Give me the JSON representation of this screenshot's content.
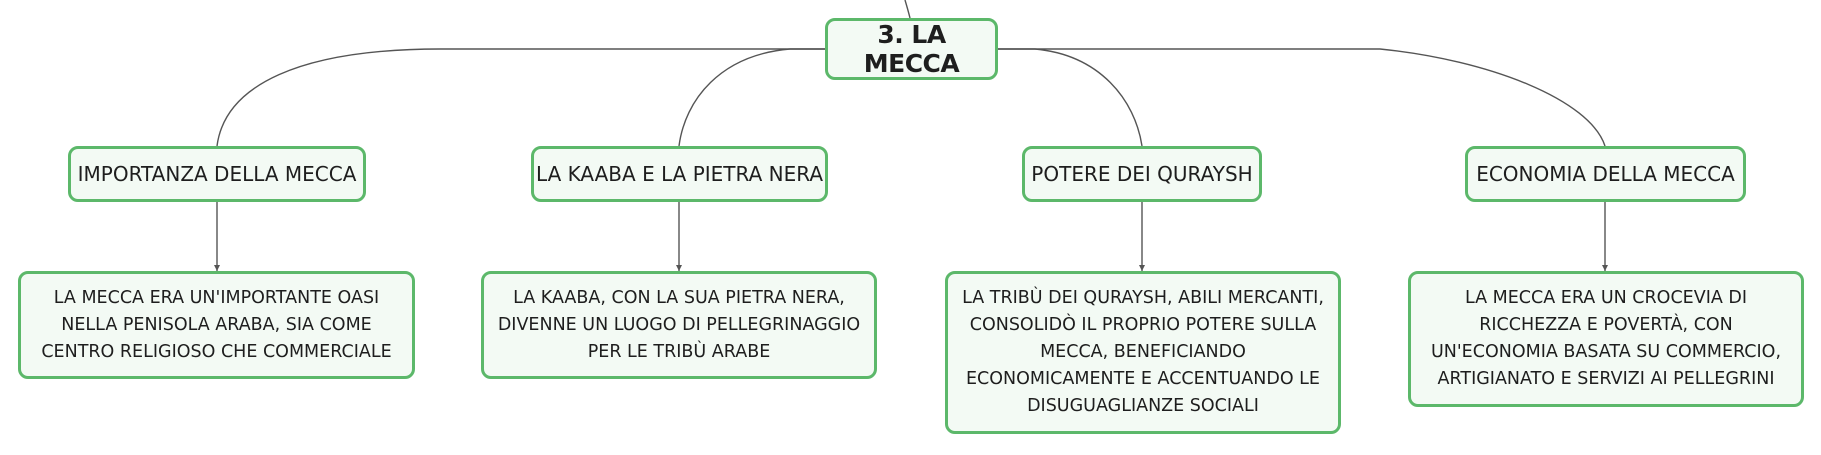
{
  "root": {
    "label": "3. LA MECCA"
  },
  "topics": [
    {
      "label": "IMPORTANZA DELLA MECCA",
      "detail": "LA MECCA ERA UN'IMPORTANTE OASI NELLA PENISOLA ARABA, SIA COME CENTRO RELIGIOSO CHE COMMERCIALE"
    },
    {
      "label": "LA KAABA E LA PIETRA NERA",
      "detail": "LA KAABA, CON LA SUA PIETRA NERA, DIVENNE UN LUOGO DI PELLEGRINAGGIO PER LE TRIBÙ ARABE"
    },
    {
      "label": "POTERE DEI QURAYSH",
      "detail": "LA TRIBÙ DEI QURAYSH, ABILI MERCANTI, CONSOLIDÒ IL PROPRIO POTERE SULLA MECCA, BENEFICIANDO ECONOMICAMENTE E ACCENTUANDO LE DISUGUAGLIANZE SOCIALI"
    },
    {
      "label": "ECONOMIA DELLA MECCA",
      "detail": "LA MECCA ERA UN CROCEVIA DI RICCHEZZA E POVERTÀ, CON UN'ECONOMIA BASATA SU COMMERCIO, ARTIGIANATO E SERVIZI AI PELLEGRINI"
    }
  ],
  "colors": {
    "node_border": "#5cb86a",
    "node_fill": "#f3faf4",
    "connector": "#555555",
    "text": "#1e1e1e"
  }
}
